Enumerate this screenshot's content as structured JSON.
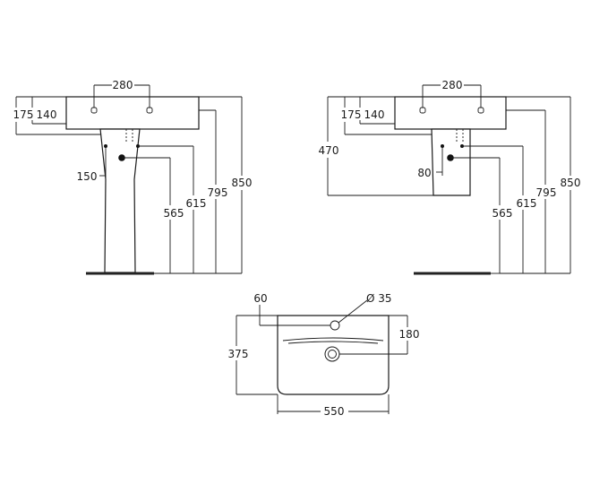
{
  "pedestal_view": {
    "dim_280": "280",
    "dim_175": "175",
    "dim_140": "140",
    "dim_150": "150",
    "dim_565": "565",
    "dim_615": "615",
    "dim_795": "795",
    "dim_850": "850"
  },
  "semi_pedestal_view": {
    "dim_280": "280",
    "dim_175": "175",
    "dim_140": "140",
    "dim_470": "470",
    "dim_80": "80",
    "dim_565": "565",
    "dim_615": "615",
    "dim_795": "795",
    "dim_850": "850"
  },
  "plan_view": {
    "dim_60": "60",
    "dim_diameter": "Ø 35",
    "dim_375": "375",
    "dim_180": "180",
    "dim_550": "550"
  }
}
